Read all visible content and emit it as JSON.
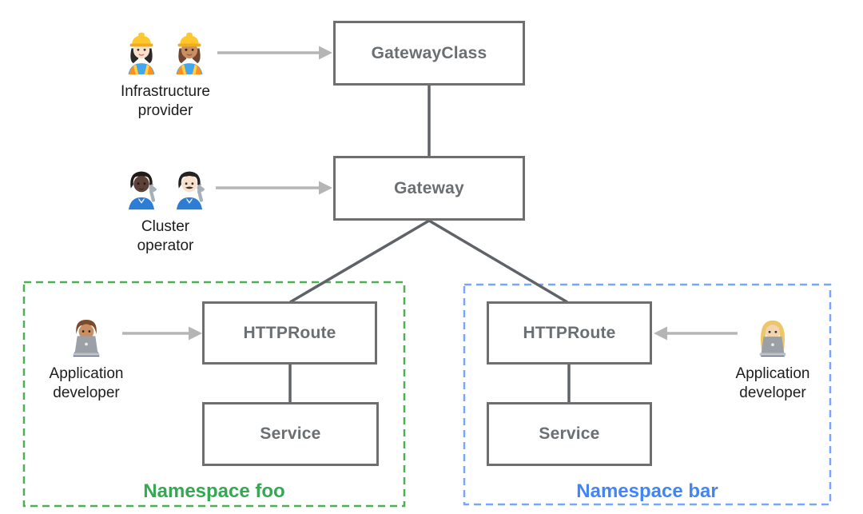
{
  "title": "Gateway API resource model diagram",
  "colors": {
    "namespace_foo_border": "#4CAF50",
    "namespace_foo_text": "#34A853",
    "namespace_bar_border": "#76A7FA",
    "namespace_bar_text": "#4285F4",
    "node_border": "#6E6E6E",
    "node_text": "#6B6F72",
    "connector": "#5F6368",
    "arrow": "#B5B5B5",
    "persona_text": "#1D1D1F"
  },
  "nodes": {
    "gateway_class": {
      "label": "GatewayClass"
    },
    "gateway": {
      "label": "Gateway"
    },
    "httproute_foo": {
      "label": "HTTPRoute"
    },
    "service_foo": {
      "label": "Service"
    },
    "httproute_bar": {
      "label": "HTTPRoute"
    },
    "service_bar": {
      "label": "Service"
    }
  },
  "namespaces": {
    "foo": {
      "label": "Namespace foo"
    },
    "bar": {
      "label": "Namespace bar"
    }
  },
  "personas": {
    "infrastructure_provider": {
      "label": "Infrastructure\nprovider",
      "icons": [
        "woman-construction-worker-light-skin",
        "woman-construction-worker-medium-skin"
      ],
      "manages": "GatewayClass"
    },
    "cluster_operator": {
      "label": "Cluster\noperator",
      "icons": [
        "mechanic-dark-skin",
        "man-mechanic-light-skin"
      ],
      "manages": "Gateway"
    },
    "application_developer_foo": {
      "label": "Application\ndeveloper",
      "icons": [
        "man-technologist-medium-skin"
      ],
      "manages": "HTTPRoute"
    },
    "application_developer_bar": {
      "label": "Application\ndeveloper",
      "icons": [
        "woman-technologist-light-skin"
      ],
      "manages": "HTTPRoute"
    }
  }
}
